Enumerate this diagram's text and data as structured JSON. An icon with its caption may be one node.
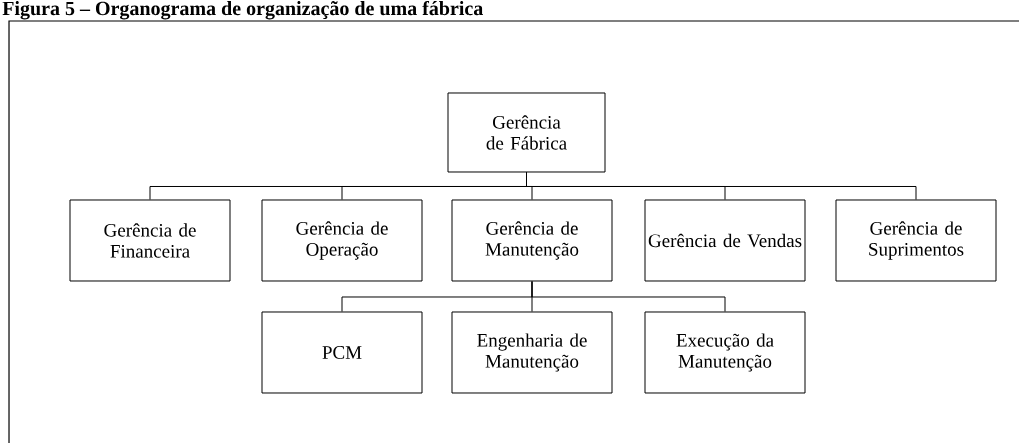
{
  "diagram": {
    "title": "Figura 5 – Organograma de organização de uma fábrica",
    "nodes": [
      {
        "text": [
          "Gerência de Fábrica"
        ]
      },
      {
        "text": [
          "Gerência de Financeira"
        ]
      },
      {
        "text": [
          "Gerência de Operação"
        ]
      },
      {
        "text": [
          "Gerência de Manutenção"
        ]
      },
      {
        "text": [
          "Gerência de Vendas"
        ]
      },
      {
        "text": [
          "Gerência de Suprimentos"
        ]
      },
      {
        "text": [
          "PCM"
        ]
      },
      {
        "text": [
          "Engenharia de Manutenção"
        ]
      },
      {
        "text": [
          "Execução da Manutenção"
        ]
      }
    ],
    "edges": [
      {
        "from": 0,
        "to": 1,
        "arrow": "none"
      },
      {
        "from": 0,
        "to": 2,
        "arrow": "none"
      },
      {
        "from": 0,
        "to": 3,
        "arrow": "none"
      },
      {
        "from": 0,
        "to": 4,
        "arrow": "none"
      },
      {
        "from": 0,
        "to": 5,
        "arrow": "none"
      },
      {
        "from": 3,
        "to": 6,
        "arrow": "none"
      },
      {
        "from": 3,
        "to": 7,
        "arrow": "none"
      },
      {
        "from": 3,
        "to": 8,
        "arrow": "none"
      }
    ]
  }
}
